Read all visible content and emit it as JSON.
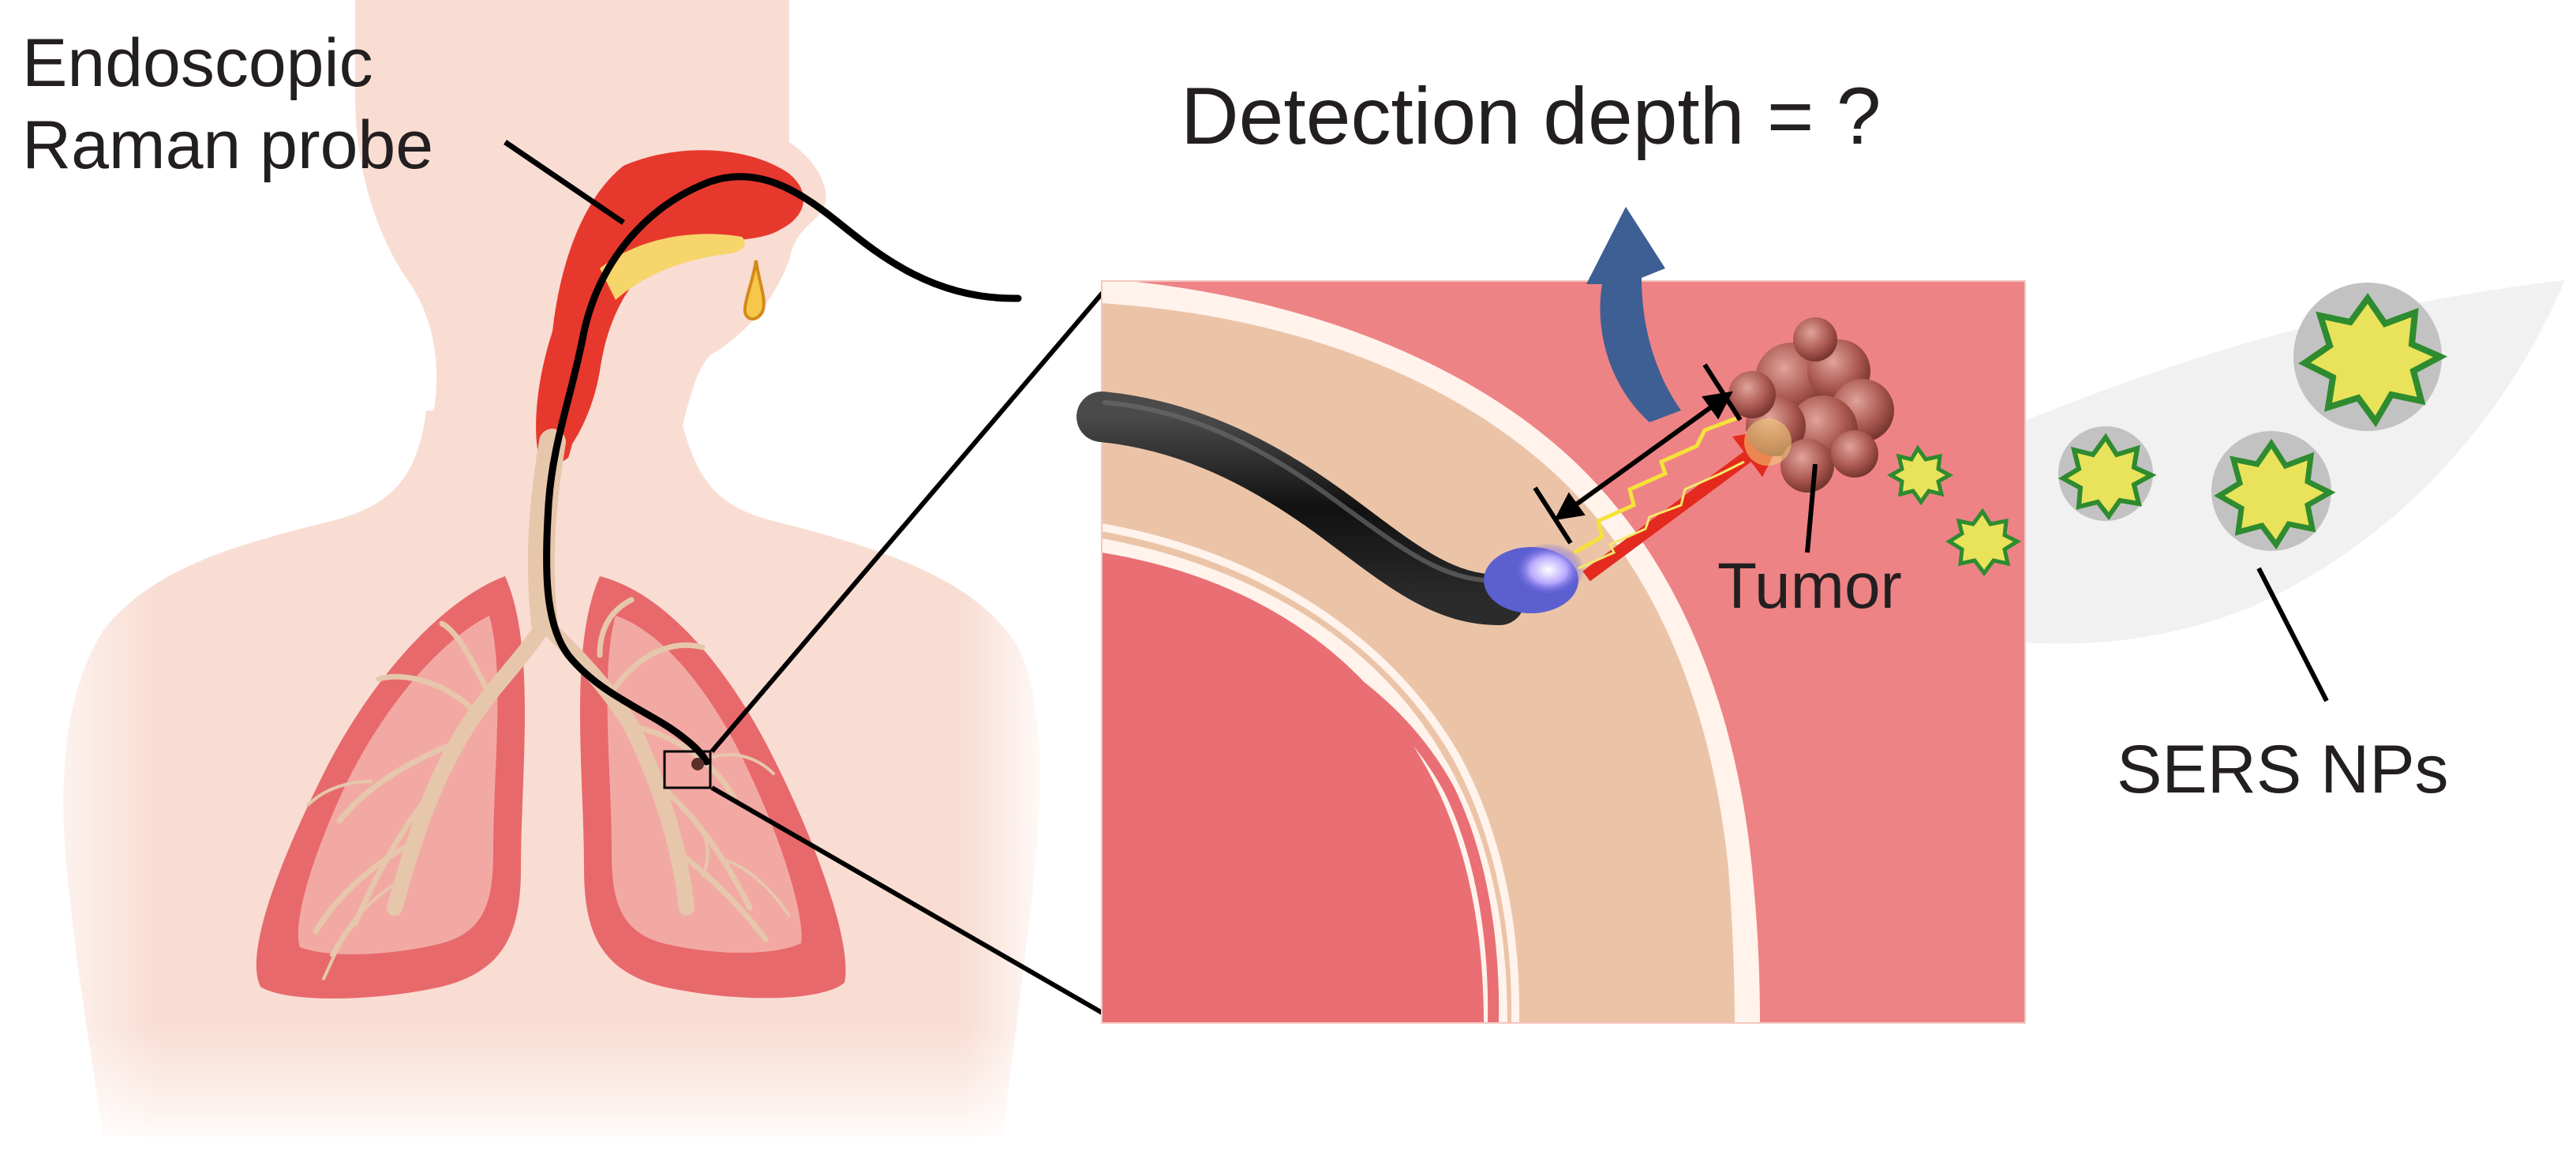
{
  "labels": {
    "probe_line1": "Endoscopic",
    "probe_line2": "Raman probe",
    "question": "Detection depth = ?",
    "tumor": "Tumor",
    "nanoparticles": "SERS NPs"
  },
  "colors": {
    "skin": "#f9ddd3",
    "lung": "#e8696c",
    "lung_inner": "#f2a9a3",
    "airway": "#e6c7ac",
    "nasal": "#e7382e",
    "tissue": "#ee8385",
    "tissue_dark": "#e96f74",
    "airway_wall": "#ebc4a8",
    "probe": "#1c1c1c",
    "laser": "#e42a1f",
    "tumor": "#b96a62",
    "np_core": "#e8e35a",
    "np_shell": "#2e8b2f",
    "np_halo": "#c2c2c2",
    "arrow_blue": "#3e5f93"
  },
  "icons": [
    "blue-curved-arrow-icon",
    "double-headed-arrow-icon",
    "laser-arrow-icon"
  ]
}
